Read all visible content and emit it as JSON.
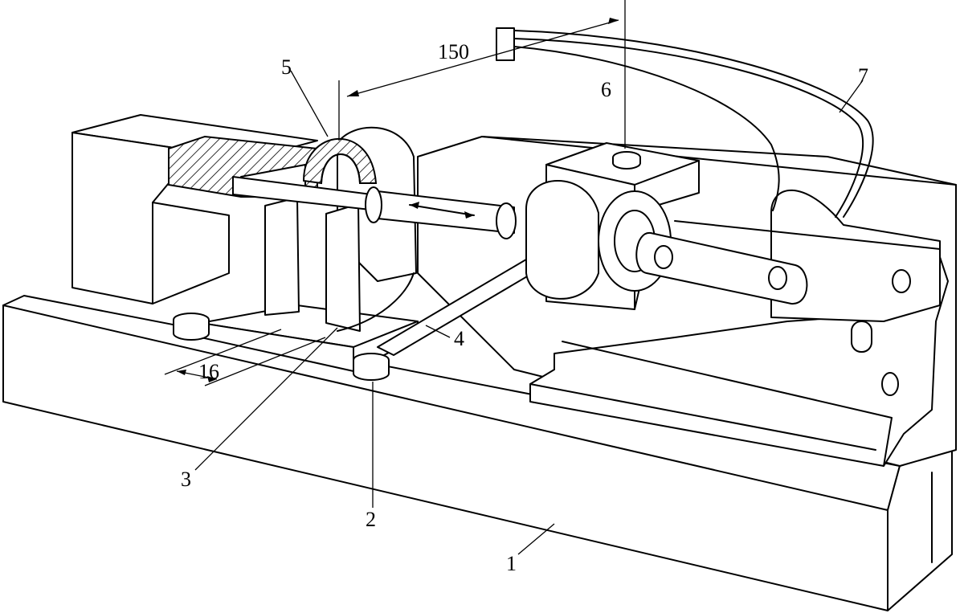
{
  "diagram": {
    "labels": {
      "part_1": "1",
      "part_2": "2",
      "part_3": "3",
      "part_4": "4",
      "part_5": "5",
      "part_6": "6",
      "part_7": "7"
    },
    "dimensions": {
      "span": "150",
      "gap": "16"
    },
    "colors": {
      "line": "#000000",
      "background": "#ffffff"
    }
  }
}
